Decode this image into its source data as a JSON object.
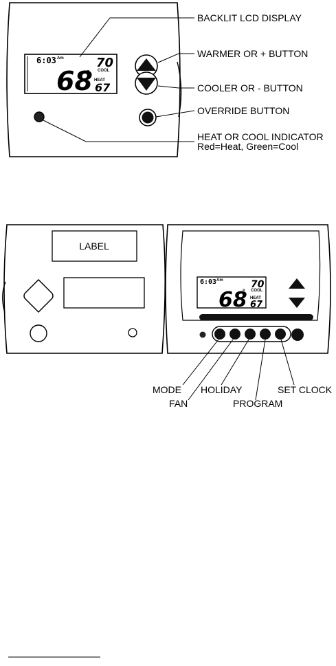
{
  "diagram1": {
    "display": {
      "time": "6:03",
      "ampm": "Am",
      "temperature": "68",
      "degree": "°",
      "setpoint": "70",
      "mode": "COOL",
      "heat_label": "HEAT",
      "heat_value": "67"
    },
    "callouts": {
      "backlit_display": "BACKLIT LCD DISPLAY",
      "warmer_button": "WARMER OR + BUTTON",
      "cooler_button": "COOLER OR - BUTTON",
      "override_button": "OVERRIDE BUTTON",
      "indicator_title": "HEAT OR COOL INDICATOR",
      "indicator_detail": "Red=Heat, Green=Cool"
    }
  },
  "diagram2": {
    "label_text": "LABEL",
    "display": {
      "time": "6:03",
      "ampm": "Am",
      "temperature": "68",
      "degree": "°",
      "setpoint": "70",
      "mode": "COOL",
      "heat_label": "HEAT",
      "heat_value": "67"
    },
    "callouts": {
      "mode": "MODE",
      "fan": "FAN",
      "holiday": "HOLIDAY",
      "program": "PROGRAM",
      "set_clock": "SET CLOCK"
    }
  }
}
